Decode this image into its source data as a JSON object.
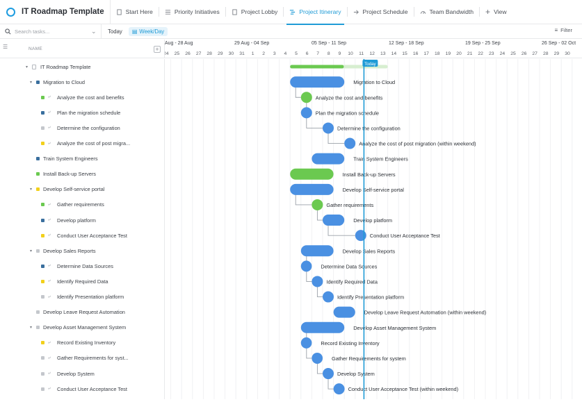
{
  "app": {
    "title": "IT Roadmap Template"
  },
  "tabs": [
    {
      "label": "Start Here",
      "icon": "doc-icon",
      "active": false
    },
    {
      "label": "Priority Initiatives",
      "icon": "list-icon",
      "active": false
    },
    {
      "label": "Project Lobby",
      "icon": "doc-icon",
      "active": false
    },
    {
      "label": "Project Itinerary",
      "icon": "gantt-icon",
      "active": true
    },
    {
      "label": "Project Schedule",
      "icon": "arrow-icon",
      "active": false
    },
    {
      "label": "Team Bandwidth",
      "icon": "gauge-icon",
      "active": false
    }
  ],
  "add_view": "View",
  "toolbar": {
    "search_placeholder": "Search tasks...",
    "today": "Today",
    "week_day": "Week/Day",
    "filter": "Filter"
  },
  "list_header": {
    "name": "NAME"
  },
  "weeks": [
    "Aug - 28 Aug",
    "29 Aug - 04 Sep",
    "05 Sep - 11 Sep",
    "12 Sep - 18 Sep",
    "19 Sep - 25 Sep",
    "26 Sep - 02 Oct"
  ],
  "days": [
    "24",
    "25",
    "26",
    "27",
    "28",
    "29",
    "30",
    "31",
    "1",
    "2",
    "3",
    "4",
    "5",
    "6",
    "7",
    "8",
    "9",
    "10",
    "11",
    "12",
    "13",
    "14",
    "15",
    "16",
    "17",
    "18",
    "19",
    "20",
    "21",
    "22",
    "23",
    "24",
    "25",
    "26",
    "27",
    "28",
    "29",
    "30"
  ],
  "today_label": "Today",
  "today_day": "12",
  "status_colors": {
    "blue": "#3a6f9e",
    "green": "#6bc950",
    "yellow": "#f2d01b",
    "gray": "#c4c7cc"
  },
  "bar_colors": {
    "blue": "#4a90e2",
    "green": "#6bc950",
    "progress": "#6bc950",
    "today_line": "#1f9bd6"
  },
  "tasks": [
    {
      "name": "IT Roadmap Template",
      "level": 0,
      "kind": "root",
      "status": "gray"
    },
    {
      "name": "Migration to Cloud",
      "level": 1,
      "kind": "parent",
      "status": "blue"
    },
    {
      "name": "Analyze the cost and benefits",
      "level": 2,
      "kind": "sub",
      "status": "green"
    },
    {
      "name": "Plan the migration schedule",
      "level": 2,
      "kind": "sub",
      "status": "blue"
    },
    {
      "name": "Determine the configuration",
      "level": 2,
      "kind": "sub",
      "status": "gray"
    },
    {
      "name": "Analyze the cost of post migra...",
      "level": 2,
      "kind": "sub",
      "status": "yellow"
    },
    {
      "name": "Train System Engineers",
      "level": 1,
      "kind": "task",
      "status": "blue"
    },
    {
      "name": "Install Back-up Servers",
      "level": 1,
      "kind": "task",
      "status": "green"
    },
    {
      "name": "Develop Self-service portal",
      "level": 1,
      "kind": "parent",
      "status": "yellow"
    },
    {
      "name": "Gather requirements",
      "level": 2,
      "kind": "sub",
      "status": "green"
    },
    {
      "name": "Develop platform",
      "level": 2,
      "kind": "sub",
      "status": "blue"
    },
    {
      "name": "Conduct User Acceptance Test",
      "level": 2,
      "kind": "sub",
      "status": "yellow"
    },
    {
      "name": "Develop Sales Reports",
      "level": 1,
      "kind": "parent",
      "status": "gray"
    },
    {
      "name": "Determine Data Sources",
      "level": 2,
      "kind": "sub",
      "status": "blue"
    },
    {
      "name": "Identify Required Data",
      "level": 2,
      "kind": "sub",
      "status": "yellow"
    },
    {
      "name": "Identify Presentation platform",
      "level": 2,
      "kind": "sub",
      "status": "gray"
    },
    {
      "name": "Develop Leave Request Automation",
      "level": 1,
      "kind": "task",
      "status": "gray"
    },
    {
      "name": "Develop Asset Management System",
      "level": 1,
      "kind": "parent",
      "status": "gray"
    },
    {
      "name": "Record Existing Inventory",
      "level": 2,
      "kind": "sub",
      "status": "yellow"
    },
    {
      "name": "Gather Requirements for syst...",
      "level": 2,
      "kind": "sub",
      "status": "gray"
    },
    {
      "name": "Develop System",
      "level": 2,
      "kind": "sub",
      "status": "gray"
    },
    {
      "name": "Conduct User Acceptance Test",
      "level": 2,
      "kind": "sub",
      "status": "gray"
    }
  ],
  "bars": [
    {
      "label": "",
      "start": "5",
      "end": "14",
      "type": "progress",
      "progress": 0.55
    },
    {
      "label": "Migration to Cloud",
      "start": "5",
      "end": "10",
      "type": "bar",
      "color": "blue"
    },
    {
      "label": "Analyze the cost and benefits",
      "start": "6",
      "end": "7",
      "type": "milestone",
      "color": "green"
    },
    {
      "label": "Plan the migration schedule",
      "start": "6",
      "end": "7",
      "type": "milestone",
      "color": "blue"
    },
    {
      "label": "Determine the configuration",
      "start": "8",
      "end": "9",
      "type": "milestone",
      "color": "blue"
    },
    {
      "label": "Analyze the cost of post migration (within weekend)",
      "start": "10",
      "end": "11",
      "type": "milestone",
      "color": "blue"
    },
    {
      "label": "Train System Engineers",
      "start": "7",
      "end": "10",
      "type": "bar",
      "color": "blue"
    },
    {
      "label": "Install Back-up Servers",
      "start": "5",
      "end": "9",
      "type": "bar",
      "color": "green"
    },
    {
      "label": "Develop Self-service portal",
      "start": "5",
      "end": "9",
      "type": "bar",
      "color": "blue"
    },
    {
      "label": "Gather requirements",
      "start": "7",
      "end": "8",
      "type": "milestone",
      "color": "green"
    },
    {
      "label": "Develop platform",
      "start": "8",
      "end": "10",
      "type": "bar",
      "color": "blue"
    },
    {
      "label": "Conduct User Acceptance Test",
      "start": "11",
      "end": "12",
      "type": "milestone",
      "color": "blue"
    },
    {
      "label": "Develop Sales Reports",
      "start": "6",
      "end": "9",
      "type": "bar",
      "color": "blue"
    },
    {
      "label": "Determine Data Sources",
      "start": "6",
      "end": "7",
      "type": "bar",
      "color": "blue"
    },
    {
      "label": "Identify Required Data",
      "start": "7",
      "end": "8",
      "type": "milestone",
      "color": "blue"
    },
    {
      "label": "Identify Presentation platform",
      "start": "8",
      "end": "9",
      "type": "milestone",
      "color": "blue"
    },
    {
      "label": "Develop Leave Request Automation (within weekend)",
      "start": "9",
      "end": "11",
      "type": "bar",
      "color": "blue"
    },
    {
      "label": "Develop Asset Management System",
      "start": "6",
      "end": "10",
      "type": "bar",
      "color": "blue"
    },
    {
      "label": "Record Existing Inventory",
      "start": "6",
      "end": "7",
      "type": "bar",
      "color": "blue"
    },
    {
      "label": "Gather Requirements for system",
      "start": "7",
      "end": "8",
      "type": "bar",
      "color": "blue"
    },
    {
      "label": "Develop System",
      "start": "8",
      "end": "9",
      "type": "milestone",
      "color": "blue"
    },
    {
      "label": "Conduct User Acceptance Test (within weekend)",
      "start": "9",
      "end": "10",
      "type": "milestone",
      "color": "blue"
    }
  ]
}
